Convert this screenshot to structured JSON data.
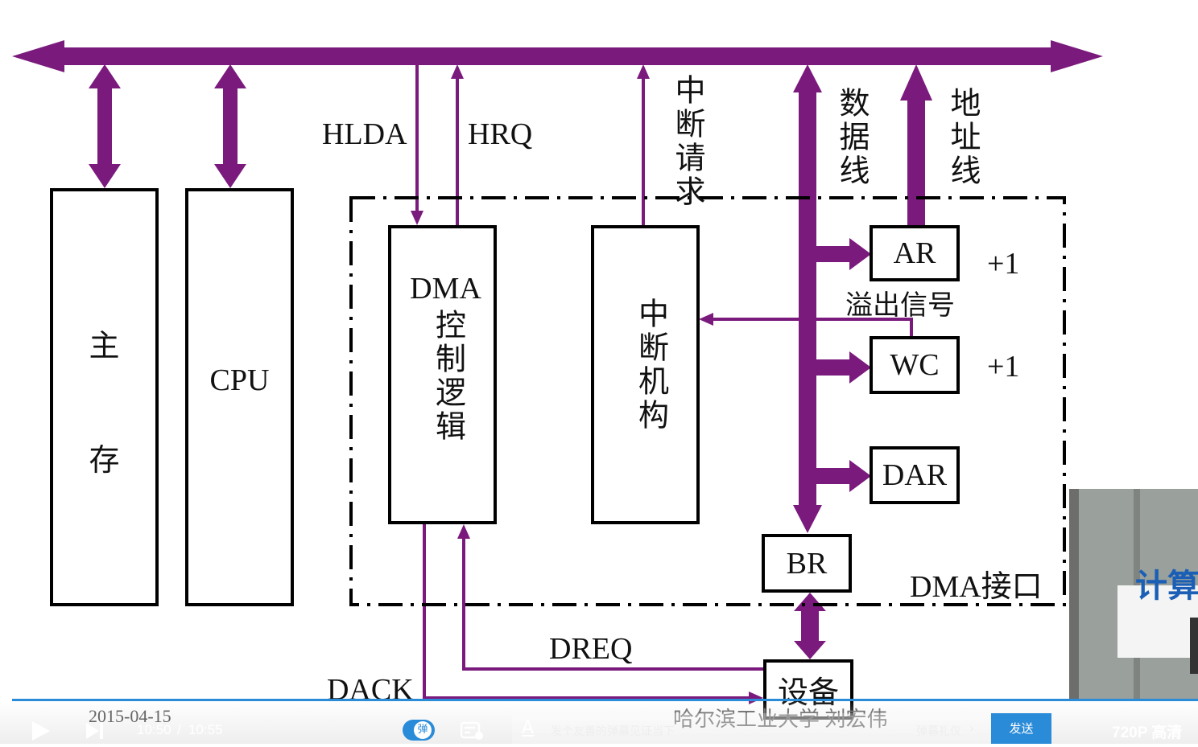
{
  "diagram": {
    "main_memory_label": [
      "主",
      "存"
    ],
    "cpu_label": "CPU",
    "signals": {
      "hlda": "HLDA",
      "hrq": "HRQ",
      "dreq": "DREQ",
      "dack": "DACK"
    },
    "interrupt_request": "中断请求",
    "data_line": "数据线",
    "address_line": "地址线",
    "dma_control_logic": {
      "title": "DMA",
      "text": "控制逻辑"
    },
    "interrupt_mechanism": "中断机构",
    "registers": {
      "ar": "AR",
      "wc": "WC",
      "dar": "DAR",
      "br": "BR"
    },
    "plus_one_ar": "+1",
    "plus_one_wc": "+1",
    "overflow_signal": "溢出信号",
    "dma_interface": "DMA接口",
    "device": "设备"
  },
  "player": {
    "date": "2015-04-15",
    "time_current": "10:50",
    "time_separator": "/",
    "time_total": "10:55",
    "watermark": "哈尔滨工业大学 刘宏伟",
    "danmaku_toggle": "弹",
    "danmaku_placeholder": "发个友善的弹幕见证当下",
    "danmaku_etiquette": "弹幕礼仪",
    "send_button": "发送",
    "quality": "720P 高清",
    "webcam_text": "计算"
  },
  "colors": {
    "bus": "#7b1a7d",
    "accent": "#2a8bd8"
  }
}
